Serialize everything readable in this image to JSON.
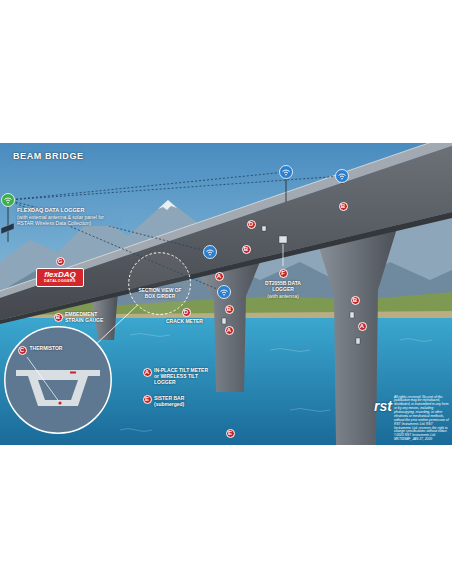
{
  "diagram": {
    "title": "BEAM BRIDGE",
    "nodes": [
      {
        "text": [
          "flexDAQ",
          "DATALOGGERS"
        ]
      },
      {
        "text": [
          "SECTION VIEW OF BOX GIRDER"
        ]
      },
      {
        "text": [
          "THERMISTOR"
        ]
      }
    ],
    "edges": [
      {
        "from": 1,
        "to": 2,
        "arrow": "none"
      }
    ],
    "labels": [
      "FLEXDAQ DATA LOGGER",
      "(with external antenna & solar panel for RSTAR Wireless Data Collection)",
      "D",
      "B",
      "B",
      "G",
      "A",
      "F",
      "DT2055B DATA LOGGER",
      "(with antenna)",
      "B",
      "D",
      "CRACK METER",
      "B",
      "EMBEDMENT STRAIN GAUGE",
      "A",
      "B",
      "A",
      "C",
      "A",
      "IN-PLACE TILT METER or WIRELESS TILT LOGGER",
      "E",
      "SISTER BAR (submerged)",
      "rst",
      "All rights reserved. No part of this publication may be reproduced, distributed, or transmitted in any form or by any means, including photocopying, recording, or other electronic or mechanical methods, without the prior written permission of RST Instruments Ltd. RST Instruments Ltd. reserves the right to change specifications without notice. ©2020 RST Instruments Ltd. MKT0084F_JAN 27, 2020",
      "E"
    ]
  }
}
